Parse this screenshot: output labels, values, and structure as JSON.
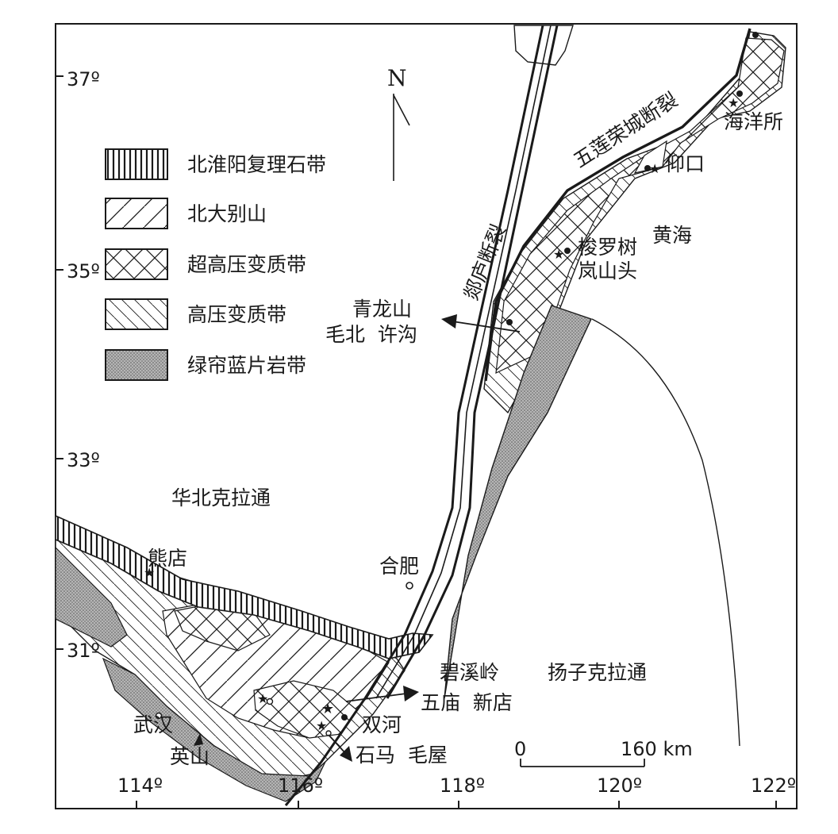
{
  "legend": [
    {
      "label": "北淮阳复理石带",
      "pattern": "vertical-lines"
    },
    {
      "label": "北大别山",
      "pattern": "wide-diagonal-lines"
    },
    {
      "label": "超高压变质带",
      "pattern": "crosshatch"
    },
    {
      "label": "高压变质带",
      "pattern": "fine-backslash-lines"
    },
    {
      "label": "绿帘蓝片岩带",
      "pattern": "stipple"
    }
  ],
  "north_arrow": "N",
  "lat_ticks": [
    "37º",
    "35º",
    "33º",
    "31º"
  ],
  "lon_ticks": [
    "114º",
    "116º",
    "118º",
    "120º",
    "122º"
  ],
  "faults": {
    "tanlu": "郯庐断裂",
    "wulian": "五莲荣城断裂"
  },
  "regions": {
    "north_china": "华北克拉通",
    "yangtze": "扬子克拉通",
    "yellow_sea": "黄海"
  },
  "places": {
    "haiyangsuo": "海洋所",
    "yangkou": "仰口",
    "suoluoshu": "梭罗树",
    "lanshantou": "岚山头",
    "qinglongshan": "青龙山",
    "maobei_xugou": "毛北  许沟",
    "hefei": "合肥",
    "xiongdian": "熊店",
    "bixiling": "碧溪岭",
    "wumiao_xindian": "五庙  新店",
    "shuanghe": "双河",
    "shima_maowu": "石马  毛屋",
    "wuhan": "武汉",
    "yingshan": "英山"
  },
  "scale_bar": {
    "start": "0",
    "end": "160 km"
  },
  "colors": {
    "ink": "#1a1a1a",
    "stipple": "#9a9a9a",
    "paper": "#ffffff"
  }
}
